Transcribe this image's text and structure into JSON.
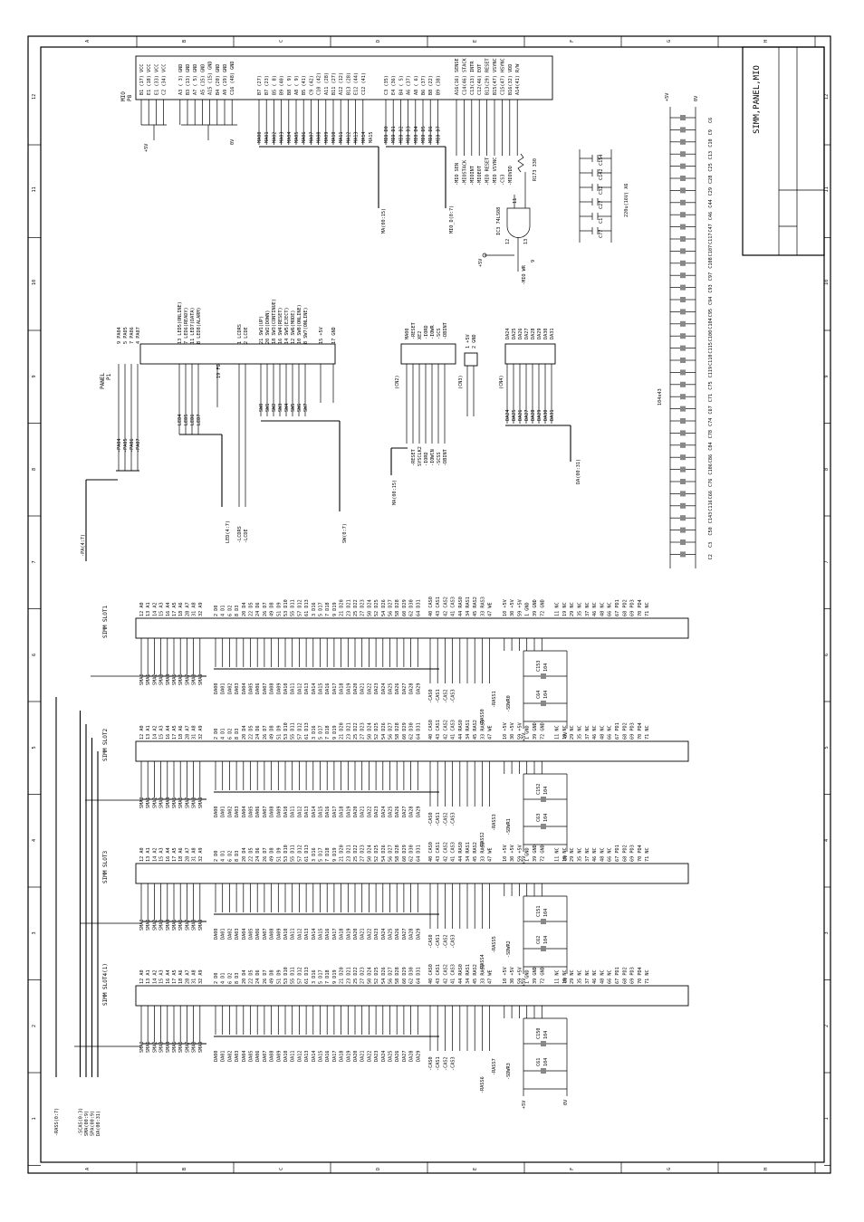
{
  "sheet": {
    "title": "SIMM,PANEL,MIO",
    "grid_rows": [
      "A",
      "B",
      "C",
      "D",
      "E",
      "F",
      "G",
      "H"
    ],
    "grid_cols": [
      "12",
      "11",
      "10",
      "9",
      "8",
      "7",
      "6",
      "5",
      "4",
      "3",
      "2",
      "1"
    ]
  },
  "mio": {
    "ref": "MIO",
    "part": "P8",
    "power_pins": [
      "B1 (17) VCC",
      "E1 (18) VCC",
      "E1 (33) VCC",
      "C2 (34) VCC",
      "A3 ( 3) GND",
      "B3 (13) GND",
      "A7 ( 5) GND",
      "A5 (15) GND",
      "A15 (15) GND",
      "B4 (20) GND",
      "A9 (19) GND",
      "C16 (48) GND"
    ],
    "data_pins": [
      "B7 (27)",
      "B7 (23)",
      "B5 ( 8)",
      "B9 (40)",
      "B8 ( 9)",
      "A8 ( 9)",
      "B5 (41)",
      "C9 (42)",
      "C10 (42)",
      "A11 (28)",
      "B11 (27)",
      "A12 (12)",
      "B13 (28)",
      "E12 (44)",
      "C12 (41)"
    ],
    "data_nets": [
      "MA00",
      "MA01",
      "MA02",
      "MA03",
      "MA04",
      "MA05",
      "MA06",
      "MA07",
      "MA08",
      "MA09",
      "MA10",
      "MA11",
      "MA12",
      "MA13",
      "MA14",
      "MA15"
    ],
    "d_pins": [
      "C3 (35)",
      "E4 (36)",
      "B4 ( 5)",
      "A6 (37)",
      "A8 ( 6)",
      "B6 (37)",
      "B8 (22)",
      "B9 (38)"
    ],
    "d_nets": [
      "MIO D0",
      "MIO D1",
      "MIO D2",
      "MIO D3",
      "MIO D4",
      "MIO D5",
      "MIO D6",
      "MIO D7"
    ],
    "ctl_pins": [
      "A16(16) SENSE",
      "C14(46) STACK",
      "C13(13) INTR",
      "C12(46) EOT",
      "B13(29) RESET",
      "B15(47) VSYNC",
      "C15(47) HSYNC",
      "B16(32) VDD",
      "A14(41) R/W"
    ],
    "ctl_nets": [
      "-MIO SEN",
      "-MIOSTACK",
      "-MIOINT",
      "-MIOEOT",
      "-MIO RESET",
      "-MIO VSYNC",
      "-CS3",
      "-MIOVDD"
    ],
    "bus_label_ma": "MA(00:15)",
    "bus_label_md": "MIO_D(0:7)",
    "power_plus": "+5V",
    "power_gnd": "0V"
  },
  "gate": {
    "ref": "IC3 74LS08",
    "res": "R173 330",
    "out": "-MIO WR",
    "pin_a": "12",
    "pin_b": "13",
    "pin_y": "11",
    "pin_out": "9"
  },
  "decoupling": {
    "caps_top": [
      "C154",
      "C142",
      "C32",
      "C27",
      "C1",
      "C77"
    ],
    "cap_value": "220u(16V) X6",
    "chain_caps": [
      "C6",
      "C9",
      "C10",
      "C13",
      "C25",
      "C28",
      "C29",
      "C44",
      "C46",
      "C47",
      "C117",
      "C107",
      "C108",
      "C97",
      "C93",
      "C94",
      "C95",
      "C104",
      "C100",
      "C115",
      "C110",
      "C119",
      "C75",
      "C71",
      "C67",
      "C74",
      "C78",
      "C84",
      "C86",
      "C106",
      "C76",
      "C66",
      "C116",
      "C143",
      "C50",
      "C3",
      "C2"
    ],
    "chain_value": "104x43"
  },
  "panel": {
    "ref": "PANEL",
    "part": "P1",
    "pa_pins": [
      "9 PA04",
      "5 PA05",
      "7 PA06",
      "4 PA07"
    ],
    "pa_bus": "-PA(4:7)",
    "pa_nets": [
      "-PA04",
      "-PA05",
      "-PA06",
      "-PA07"
    ],
    "led_pins": [
      "13 LED5(ONLINE)",
      "7 LED6(READY)",
      "11 LED7(DATA)",
      "8 LED8(ALARM)"
    ],
    "led_nets": [
      "LED4",
      "LED5",
      "LED6",
      "LED7"
    ],
    "led_bus": "LED(4:7)",
    "fg": "19 FG",
    "lcd": [
      "1 LCDRS",
      "2 LCDE"
    ],
    "lcd_nets": [
      "-LCDRS",
      "-LCDE"
    ],
    "sw_pins": [
      "21 SW1(UP)",
      "20 SW2(DOWN)",
      "18 SW3(CONTINUE)",
      "16 SW4(RESET)",
      "14 SW5(EJECT)",
      "12 SW6(MODE)",
      "10 SW8(ONLINE)",
      "8 SW7(ONLINE)"
    ],
    "sw_nets": [
      "SW0",
      "SW1",
      "SW2",
      "SW3",
      "SW4",
      "SW5",
      "SW6",
      "SW7"
    ],
    "sw_bus": "SW(0:7)",
    "pwr": [
      "15 +5V",
      "17 GND"
    ]
  },
  "cn2": {
    "ref": "(CN2)",
    "pins": [
      "MA00",
      "-RESET",
      "XE2",
      "-IORD",
      "-IOWR",
      "-SCS",
      "-DBINT"
    ],
    "nets": [
      "-RESET",
      "SYSCLK2",
      "-IORD",
      "-IOWCN",
      "-SCSS",
      "-DBINT"
    ],
    "bus": "MA(00:15)"
  },
  "cn3": {
    "ref": "(CN3)",
    "pins": [
      "1 +5V",
      "2 GND"
    ]
  },
  "cn4": {
    "ref": "(CN4)",
    "pins": [
      "DA24",
      "DA25",
      "DA26",
      "DA27",
      "DA28",
      "DA29",
      "DA30",
      "DA31"
    ],
    "bus": "DA(00:31)"
  },
  "simms": [
    {
      "ref": "SIMM SLOT1",
      "ras": "-RASS0",
      "ras2": "-RASS1",
      "swr": "-SDWR0",
      "caps": [
        "C153",
        "C64"
      ]
    },
    {
      "ref": "SIMM SLOT2",
      "ras": "-RASS2",
      "ras2": "-RASS3",
      "swr": "-SDWR1",
      "caps": [
        "C152",
        "C63"
      ]
    },
    {
      "ref": "SIMM SLOT3",
      "ras": "-RASS4",
      "ras2": "-RASS5",
      "swr": "-SDWR2",
      "caps": [
        "C151",
        "C62"
      ]
    },
    {
      "ref": "SIMM SLOT4(1)",
      "ras": "-RASS6",
      "ras2": "-RASS7",
      "swr": "-SDWR3",
      "caps": [
        "C150",
        "C61"
      ]
    }
  ],
  "simm_pins": {
    "addr": [
      "12 A0",
      "13 A1",
      "14 A2",
      "15 A3",
      "16 A4",
      "17 A5",
      "18 A6",
      "28 A7",
      "31 A8",
      "32 A9"
    ],
    "addr_nets": [
      "SMA0",
      "SMA1",
      "SMA2",
      "SMA3",
      "SMA4",
      "SMA5",
      "SMA6",
      "SMA7",
      "SMA8",
      "SMA9"
    ],
    "data": [
      "2 D0",
      "4 D1",
      "6 D2",
      "8 D3",
      "20 D4",
      "22 D5",
      "24 D6",
      "26 D7",
      "49 D8",
      "51 D9",
      "53 D10",
      "55 D11",
      "57 D12",
      "61 D13",
      "3 D16",
      "5 D17",
      "7 D18",
      "9 D19",
      "21 D20",
      "23 D21",
      "25 D22",
      "27 D23",
      "50 D24",
      "52 D25",
      "54 D26",
      "56 D27",
      "58 D28",
      "60 D29",
      "62 D30",
      "64 D31"
    ],
    "data_nets": [
      "DA00",
      "DA01",
      "DA02",
      "DA03",
      "DA04",
      "DA05",
      "DA06",
      "DA07",
      "DA08",
      "DA09",
      "DA10",
      "DA11",
      "DA12",
      "DA13",
      "DA14",
      "DA15",
      "DA16",
      "DA17",
      "DA18",
      "DA19",
      "DA20",
      "DA21",
      "DA22",
      "DA23",
      "DA24",
      "DA25",
      "DA26",
      "DA27",
      "DA28",
      "DA29",
      "DA30",
      "DA31"
    ],
    "ctl": [
      "40 CAS0",
      "43 CAS1",
      "42 CAS2",
      "41 CAS3",
      "44 RAS0",
      "34 RAS1",
      "45 RAS2",
      "33 RAS3",
      "47 WE"
    ],
    "ctl_nets": [
      "-CAS0",
      "-CAS1",
      "-CAS2",
      "-CAS3"
    ],
    "pwr": [
      "10 +5V",
      "30 +5V",
      "59 +5V",
      "1 GND",
      "39 GND",
      "72 GND"
    ],
    "nc": [
      "11 NC",
      "19 NC",
      "29 NC",
      "35 NC",
      "37 NC",
      "46 NC",
      "48 NC",
      "66 NC",
      "67 PD1",
      "68 PD2",
      "69 PD3",
      "70 PD4",
      "71 NC"
    ],
    "cap_value": "104"
  },
  "left_bus": [
    "-RASS(0:7)",
    "-SCAS(0:3)",
    "SMA(00:9)",
    "SPA(00:9)",
    "DA(00:31)"
  ]
}
